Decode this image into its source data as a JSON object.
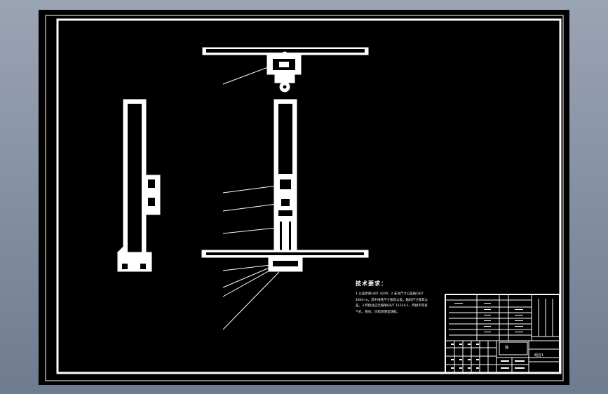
{
  "drawing": {
    "technical_requirements": {
      "title": "技术要求：",
      "body": "1.公差原则GB/T 4249；2.未注尺寸公差按GB/T 1804-m，其中线性尺寸按其公差，轴向尺寸按其公差。3.焊接处应无缝隙GB/T 11354-1，焊接不得有气孔、裂纹、凹陷等明显缺陷。"
    },
    "title_block": {
      "name_cell": "轴",
      "code_cell": "组合1"
    },
    "colors": {
      "viewer_bg_top": "#9aa4b5",
      "viewer_bg_bottom": "#6f7b8f",
      "sheet": "#000000",
      "lines": "#ffffff"
    }
  }
}
